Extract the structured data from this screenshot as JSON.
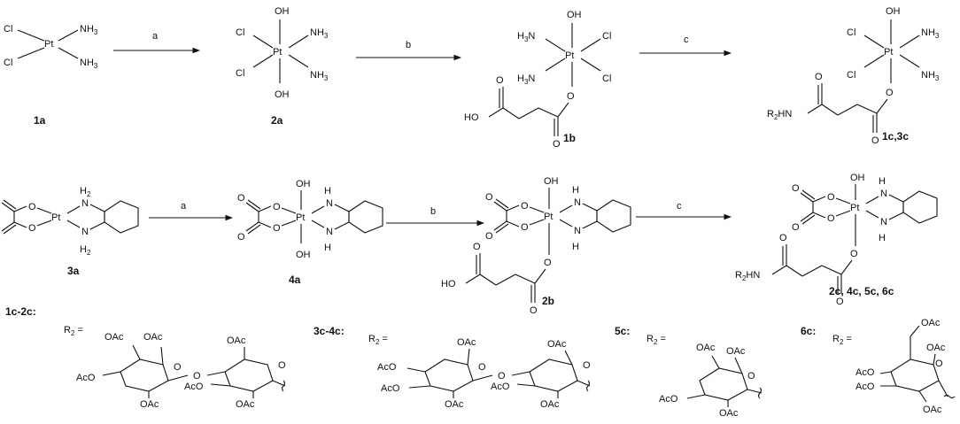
{
  "compounds": {
    "c1a": "1a",
    "c2a": "2a",
    "c1b": "1b",
    "c1c3c": "1c,3c",
    "c3a": "3a",
    "c4a": "4a",
    "c2b": "2b",
    "c2c4c5c6c": "2c, 4c, 5c, 6c"
  },
  "steps": {
    "a": "a",
    "b": "b",
    "c": "c"
  },
  "groups": {
    "g1": "1c-2c:",
    "g2": "3c-4c:",
    "g3": "5c:",
    "g4": "6c:",
    "r2": "R",
    "r2sub": "2",
    "eq": " ="
  },
  "atoms": {
    "pt": "Pt",
    "cl": "Cl",
    "nh3": "NH",
    "sub3": "3",
    "oh": "OH",
    "o": "O",
    "ho": "HO",
    "h3n": "H",
    "r2hn": "R",
    "hn": "HN",
    "n": "N",
    "h": "H",
    "h2": "H",
    "sub2": "2",
    "oac": "OAc",
    "aco": "AcO"
  }
}
